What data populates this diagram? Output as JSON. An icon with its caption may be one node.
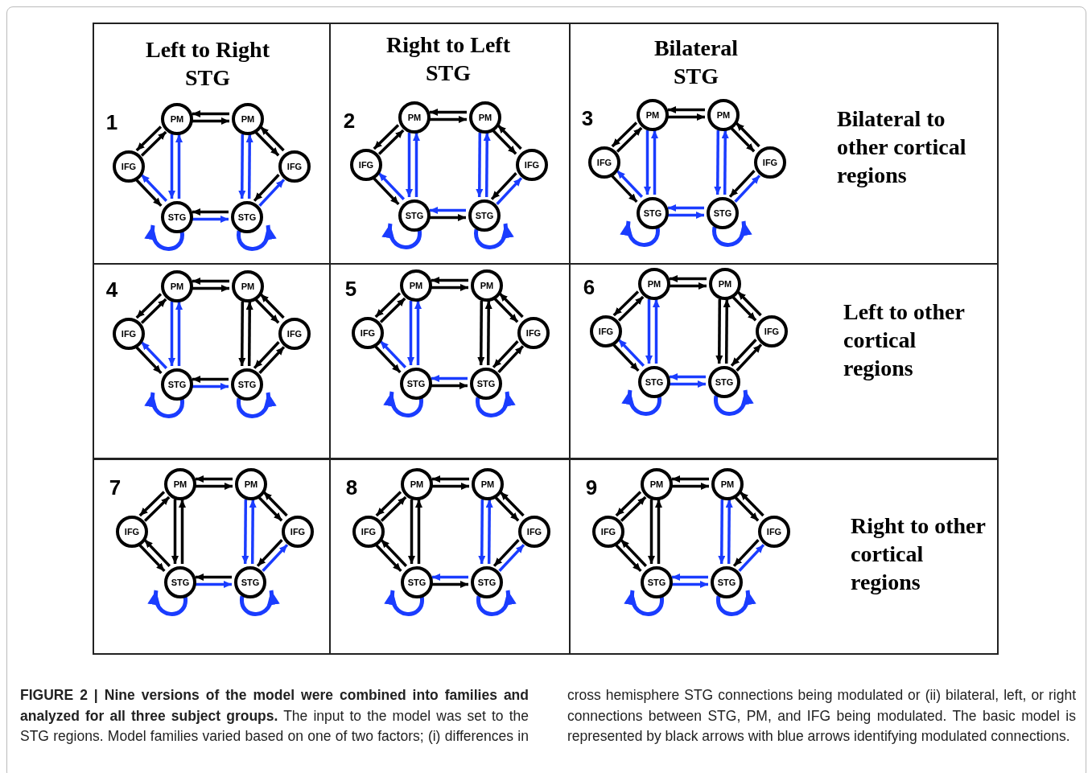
{
  "diagram": {
    "nodes": [
      {
        "text": [
          "1"
        ]
      },
      {
        "text": [
          "PM"
        ],
        "in": 0
      },
      {
        "text": [
          "PM"
        ],
        "in": 0
      },
      {
        "text": [
          "IFG"
        ],
        "in": 0
      },
      {
        "text": [
          "IFG"
        ],
        "in": 0
      },
      {
        "text": [
          "STG"
        ],
        "in": 0
      },
      {
        "text": [
          "STG"
        ],
        "in": 0
      },
      {
        "text": [
          "2"
        ]
      },
      {
        "text": [
          "PM"
        ],
        "in": 7
      },
      {
        "text": [
          "PM"
        ],
        "in": 7
      },
      {
        "text": [
          "IFG"
        ],
        "in": 7
      },
      {
        "text": [
          "IFG"
        ],
        "in": 7
      },
      {
        "text": [
          "STG"
        ],
        "in": 7
      },
      {
        "text": [
          "STG"
        ],
        "in": 7
      },
      {
        "text": [
          "3"
        ]
      },
      {
        "text": [
          "PM"
        ],
        "in": 14
      },
      {
        "text": [
          "PM"
        ],
        "in": 14
      },
      {
        "text": [
          "IFG"
        ],
        "in": 14
      },
      {
        "text": [
          "IFG"
        ],
        "in": 14
      },
      {
        "text": [
          "STG"
        ],
        "in": 14
      },
      {
        "text": [
          "STG"
        ],
        "in": 14
      },
      {
        "text": [
          "4"
        ]
      },
      {
        "text": [
          "PM"
        ],
        "in": 21
      },
      {
        "text": [
          "PM"
        ],
        "in": 21
      },
      {
        "text": [
          "IFG"
        ],
        "in": 21
      },
      {
        "text": [
          "IFG"
        ],
        "in": 21
      },
      {
        "text": [
          "STG"
        ],
        "in": 21
      },
      {
        "text": [
          "STG"
        ],
        "in": 21
      },
      {
        "text": [
          "5"
        ]
      },
      {
        "text": [
          "PM"
        ],
        "in": 28
      },
      {
        "text": [
          "PM"
        ],
        "in": 28
      },
      {
        "text": [
          "IFG"
        ],
        "in": 28
      },
      {
        "text": [
          "IFG"
        ],
        "in": 28
      },
      {
        "text": [
          "STG"
        ],
        "in": 28
      },
      {
        "text": [
          "STG"
        ],
        "in": 28
      },
      {
        "text": [
          "6"
        ]
      },
      {
        "text": [
          "PM"
        ],
        "in": 35
      },
      {
        "text": [
          "PM"
        ],
        "in": 35
      },
      {
        "text": [
          "IFG"
        ],
        "in": 35
      },
      {
        "text": [
          "IFG"
        ],
        "in": 35
      },
      {
        "text": [
          "STG"
        ],
        "in": 35
      },
      {
        "text": [
          "STG"
        ],
        "in": 35
      },
      {
        "text": [
          "7"
        ]
      },
      {
        "text": [
          "PM"
        ],
        "in": 42
      },
      {
        "text": [
          "PM"
        ],
        "in": 42
      },
      {
        "text": [
          "IFG"
        ],
        "in": 42
      },
      {
        "text": [
          "IFG"
        ],
        "in": 42
      },
      {
        "text": [
          "STG"
        ],
        "in": 42
      },
      {
        "text": [
          "STG"
        ],
        "in": 42
      },
      {
        "text": [
          "8"
        ]
      },
      {
        "text": [
          "PM"
        ],
        "in": 49
      },
      {
        "text": [
          "PM"
        ],
        "in": 49
      },
      {
        "text": [
          "IFG"
        ],
        "in": 49
      },
      {
        "text": [
          "IFG"
        ],
        "in": 49
      },
      {
        "text": [
          "STG"
        ],
        "in": 49
      },
      {
        "text": [
          "STG"
        ],
        "in": 49
      },
      {
        "text": [
          "9"
        ]
      },
      {
        "text": [
          "PM"
        ],
        "in": 56
      },
      {
        "text": [
          "PM"
        ],
        "in": 56
      },
      {
        "text": [
          "IFG"
        ],
        "in": 56
      },
      {
        "text": [
          "IFG"
        ],
        "in": 56
      },
      {
        "text": [
          "STG"
        ],
        "in": 56
      },
      {
        "text": [
          "STG"
        ],
        "in": 56
      }
    ],
    "edges": [
      {
        "from": 1,
        "to": 2,
        "arrow": "to"
      },
      {
        "from": 2,
        "to": 1,
        "arrow": "to"
      },
      {
        "from": 1,
        "to": 3,
        "arrow": "to"
      },
      {
        "from": 3,
        "to": 1,
        "arrow": "to"
      },
      {
        "from": 2,
        "to": 4,
        "arrow": "to"
      },
      {
        "from": 4,
        "to": 2,
        "arrow": "to"
      },
      {
        "from": 1,
        "to": 5,
        "arrow": "to",
        "color": "#1a3cff"
      },
      {
        "from": 5,
        "to": 1,
        "arrow": "to",
        "color": "#1a3cff"
      },
      {
        "from": 3,
        "to": 5,
        "arrow": "to"
      },
      {
        "from": 5,
        "to": 3,
        "arrow": "to",
        "color": "#1a3cff"
      },
      {
        "from": 2,
        "to": 6,
        "arrow": "to",
        "color": "#1a3cff"
      },
      {
        "from": 6,
        "to": 2,
        "arrow": "to",
        "color": "#1a3cff"
      },
      {
        "from": 4,
        "to": 6,
        "arrow": "to"
      },
      {
        "from": 6,
        "to": 4,
        "arrow": "to",
        "color": "#1a3cff"
      },
      {
        "from": 5,
        "to": 6,
        "arrow": "to",
        "color": "#1a3cff"
      },
      {
        "from": 6,
        "to": 5,
        "arrow": "to"
      },
      {
        "from": 5,
        "to": 5,
        "arrow": "to",
        "color": "#1a3cff"
      },
      {
        "from": 6,
        "to": 6,
        "arrow": "to",
        "color": "#1a3cff"
      },
      {
        "from": 8,
        "to": 9,
        "arrow": "to"
      },
      {
        "from": 9,
        "to": 8,
        "arrow": "to"
      },
      {
        "from": 8,
        "to": 10,
        "arrow": "to"
      },
      {
        "from": 10,
        "to": 8,
        "arrow": "to"
      },
      {
        "from": 9,
        "to": 11,
        "arrow": "to"
      },
      {
        "from": 11,
        "to": 9,
        "arrow": "to"
      },
      {
        "from": 8,
        "to": 12,
        "arrow": "to",
        "color": "#1a3cff"
      },
      {
        "from": 12,
        "to": 8,
        "arrow": "to",
        "color": "#1a3cff"
      },
      {
        "from": 10,
        "to": 12,
        "arrow": "to"
      },
      {
        "from": 12,
        "to": 10,
        "arrow": "to",
        "color": "#1a3cff"
      },
      {
        "from": 9,
        "to": 13,
        "arrow": "to",
        "color": "#1a3cff"
      },
      {
        "from": 13,
        "to": 9,
        "arrow": "to",
        "color": "#1a3cff"
      },
      {
        "from": 11,
        "to": 13,
        "arrow": "to"
      },
      {
        "from": 13,
        "to": 11,
        "arrow": "to",
        "color": "#1a3cff"
      },
      {
        "from": 12,
        "to": 13,
        "arrow": "to"
      },
      {
        "from": 13,
        "to": 12,
        "arrow": "to",
        "color": "#1a3cff"
      },
      {
        "from": 12,
        "to": 12,
        "arrow": "to",
        "color": "#1a3cff"
      },
      {
        "from": 13,
        "to": 13,
        "arrow": "to",
        "color": "#1a3cff"
      },
      {
        "from": 15,
        "to": 16,
        "arrow": "to"
      },
      {
        "from": 16,
        "to": 15,
        "arrow": "to"
      },
      {
        "from": 15,
        "to": 17,
        "arrow": "to"
      },
      {
        "from": 17,
        "to": 15,
        "arrow": "to"
      },
      {
        "from": 16,
        "to": 18,
        "arrow": "to"
      },
      {
        "from": 18,
        "to": 16,
        "arrow": "to"
      },
      {
        "from": 15,
        "to": 19,
        "arrow": "to",
        "color": "#1a3cff"
      },
      {
        "from": 19,
        "to": 15,
        "arrow": "to",
        "color": "#1a3cff"
      },
      {
        "from": 17,
        "to": 19,
        "arrow": "to"
      },
      {
        "from": 19,
        "to": 17,
        "arrow": "to",
        "color": "#1a3cff"
      },
      {
        "from": 16,
        "to": 20,
        "arrow": "to",
        "color": "#1a3cff"
      },
      {
        "from": 20,
        "to": 16,
        "arrow": "to",
        "color": "#1a3cff"
      },
      {
        "from": 18,
        "to": 20,
        "arrow": "to"
      },
      {
        "from": 20,
        "to": 18,
        "arrow": "to",
        "color": "#1a3cff"
      },
      {
        "from": 19,
        "to": 20,
        "arrow": "to",
        "color": "#1a3cff"
      },
      {
        "from": 20,
        "to": 19,
        "arrow": "to",
        "color": "#1a3cff"
      },
      {
        "from": 19,
        "to": 19,
        "arrow": "to",
        "color": "#1a3cff"
      },
      {
        "from": 20,
        "to": 20,
        "arrow": "to",
        "color": "#1a3cff"
      },
      {
        "from": 22,
        "to": 23,
        "arrow": "to"
      },
      {
        "from": 23,
        "to": 22,
        "arrow": "to"
      },
      {
        "from": 22,
        "to": 24,
        "arrow": "to"
      },
      {
        "from": 24,
        "to": 22,
        "arrow": "to"
      },
      {
        "from": 23,
        "to": 25,
        "arrow": "to"
      },
      {
        "from": 25,
        "to": 23,
        "arrow": "to"
      },
      {
        "from": 22,
        "to": 26,
        "arrow": "to",
        "color": "#1a3cff"
      },
      {
        "from": 26,
        "to": 22,
        "arrow": "to",
        "color": "#1a3cff"
      },
      {
        "from": 24,
        "to": 26,
        "arrow": "to"
      },
      {
        "from": 26,
        "to": 24,
        "arrow": "to",
        "color": "#1a3cff"
      },
      {
        "from": 23,
        "to": 27,
        "arrow": "to"
      },
      {
        "from": 27,
        "to": 23,
        "arrow": "to"
      },
      {
        "from": 25,
        "to": 27,
        "arrow": "to"
      },
      {
        "from": 27,
        "to": 25,
        "arrow": "to"
      },
      {
        "from": 26,
        "to": 27,
        "arrow": "to",
        "color": "#1a3cff"
      },
      {
        "from": 27,
        "to": 26,
        "arrow": "to"
      },
      {
        "from": 26,
        "to": 26,
        "arrow": "to",
        "color": "#1a3cff"
      },
      {
        "from": 27,
        "to": 27,
        "arrow": "to",
        "color": "#1a3cff"
      },
      {
        "from": 29,
        "to": 30,
        "arrow": "to"
      },
      {
        "from": 30,
        "to": 29,
        "arrow": "to"
      },
      {
        "from": 29,
        "to": 31,
        "arrow": "to"
      },
      {
        "from": 31,
        "to": 29,
        "arrow": "to"
      },
      {
        "from": 30,
        "to": 32,
        "arrow": "to"
      },
      {
        "from": 32,
        "to": 30,
        "arrow": "to"
      },
      {
        "from": 29,
        "to": 33,
        "arrow": "to",
        "color": "#1a3cff"
      },
      {
        "from": 33,
        "to": 29,
        "arrow": "to",
        "color": "#1a3cff"
      },
      {
        "from": 31,
        "to": 33,
        "arrow": "to"
      },
      {
        "from": 33,
        "to": 31,
        "arrow": "to",
        "color": "#1a3cff"
      },
      {
        "from": 30,
        "to": 34,
        "arrow": "to"
      },
      {
        "from": 34,
        "to": 30,
        "arrow": "to"
      },
      {
        "from": 32,
        "to": 34,
        "arrow": "to"
      },
      {
        "from": 34,
        "to": 32,
        "arrow": "to"
      },
      {
        "from": 33,
        "to": 34,
        "arrow": "to"
      },
      {
        "from": 34,
        "to": 33,
        "arrow": "to",
        "color": "#1a3cff"
      },
      {
        "from": 33,
        "to": 33,
        "arrow": "to",
        "color": "#1a3cff"
      },
      {
        "from": 34,
        "to": 34,
        "arrow": "to",
        "color": "#1a3cff"
      },
      {
        "from": 36,
        "to": 37,
        "arrow": "to"
      },
      {
        "from": 37,
        "to": 36,
        "arrow": "to"
      },
      {
        "from": 36,
        "to": 38,
        "arrow": "to"
      },
      {
        "from": 38,
        "to": 36,
        "arrow": "to"
      },
      {
        "from": 37,
        "to": 39,
        "arrow": "to"
      },
      {
        "from": 39,
        "to": 37,
        "arrow": "to"
      },
      {
        "from": 36,
        "to": 40,
        "arrow": "to",
        "color": "#1a3cff"
      },
      {
        "from": 40,
        "to": 36,
        "arrow": "to",
        "color": "#1a3cff"
      },
      {
        "from": 38,
        "to": 40,
        "arrow": "to"
      },
      {
        "from": 40,
        "to": 38,
        "arrow": "to",
        "color": "#1a3cff"
      },
      {
        "from": 37,
        "to": 41,
        "arrow": "to"
      },
      {
        "from": 41,
        "to": 37,
        "arrow": "to"
      },
      {
        "from": 39,
        "to": 41,
        "arrow": "to"
      },
      {
        "from": 41,
        "to": 39,
        "arrow": "to"
      },
      {
        "from": 40,
        "to": 41,
        "arrow": "to",
        "color": "#1a3cff"
      },
      {
        "from": 41,
        "to": 40,
        "arrow": "to",
        "color": "#1a3cff"
      },
      {
        "from": 40,
        "to": 40,
        "arrow": "to",
        "color": "#1a3cff"
      },
      {
        "from": 41,
        "to": 41,
        "arrow": "to",
        "color": "#1a3cff"
      },
      {
        "from": 43,
        "to": 44,
        "arrow": "to"
      },
      {
        "from": 44,
        "to": 43,
        "arrow": "to"
      },
      {
        "from": 43,
        "to": 45,
        "arrow": "to"
      },
      {
        "from": 45,
        "to": 43,
        "arrow": "to"
      },
      {
        "from": 44,
        "to": 46,
        "arrow": "to"
      },
      {
        "from": 46,
        "to": 44,
        "arrow": "to"
      },
      {
        "from": 43,
        "to": 47,
        "arrow": "to"
      },
      {
        "from": 47,
        "to": 43,
        "arrow": "to"
      },
      {
        "from": 45,
        "to": 47,
        "arrow": "to"
      },
      {
        "from": 47,
        "to": 45,
        "arrow": "to"
      },
      {
        "from": 44,
        "to": 48,
        "arrow": "to",
        "color": "#1a3cff"
      },
      {
        "from": 48,
        "to": 44,
        "arrow": "to",
        "color": "#1a3cff"
      },
      {
        "from": 46,
        "to": 48,
        "arrow": "to"
      },
      {
        "from": 48,
        "to": 46,
        "arrow": "to",
        "color": "#1a3cff"
      },
      {
        "from": 47,
        "to": 48,
        "arrow": "to",
        "color": "#1a3cff"
      },
      {
        "from": 48,
        "to": 47,
        "arrow": "to"
      },
      {
        "from": 47,
        "to": 47,
        "arrow": "to",
        "color": "#1a3cff"
      },
      {
        "from": 48,
        "to": 48,
        "arrow": "to",
        "color": "#1a3cff"
      },
      {
        "from": 50,
        "to": 51,
        "arrow": "to"
      },
      {
        "from": 51,
        "to": 50,
        "arrow": "to"
      },
      {
        "from": 50,
        "to": 52,
        "arrow": "to"
      },
      {
        "from": 52,
        "to": 50,
        "arrow": "to"
      },
      {
        "from": 51,
        "to": 53,
        "arrow": "to"
      },
      {
        "from": 53,
        "to": 51,
        "arrow": "to"
      },
      {
        "from": 50,
        "to": 54,
        "arrow": "to"
      },
      {
        "from": 54,
        "to": 50,
        "arrow": "to"
      },
      {
        "from": 52,
        "to": 54,
        "arrow": "to"
      },
      {
        "from": 54,
        "to": 52,
        "arrow": "to"
      },
      {
        "from": 51,
        "to": 55,
        "arrow": "to",
        "color": "#1a3cff"
      },
      {
        "from": 55,
        "to": 51,
        "arrow": "to",
        "color": "#1a3cff"
      },
      {
        "from": 53,
        "to": 55,
        "arrow": "to"
      },
      {
        "from": 55,
        "to": 53,
        "arrow": "to",
        "color": "#1a3cff"
      },
      {
        "from": 54,
        "to": 55,
        "arrow": "to"
      },
      {
        "from": 55,
        "to": 54,
        "arrow": "to",
        "color": "#1a3cff"
      },
      {
        "from": 54,
        "to": 54,
        "arrow": "to",
        "color": "#1a3cff"
      },
      {
        "from": 55,
        "to": 55,
        "arrow": "to",
        "color": "#1a3cff"
      },
      {
        "from": 57,
        "to": 58,
        "arrow": "to"
      },
      {
        "from": 58,
        "to": 57,
        "arrow": "to"
      },
      {
        "from": 57,
        "to": 59,
        "arrow": "to"
      },
      {
        "from": 59,
        "to": 57,
        "arrow": "to"
      },
      {
        "from": 58,
        "to": 60,
        "arrow": "to"
      },
      {
        "from": 60,
        "to": 58,
        "arrow": "to"
      },
      {
        "from": 57,
        "to": 61,
        "arrow": "to"
      },
      {
        "from": 61,
        "to": 57,
        "arrow": "to"
      },
      {
        "from": 59,
        "to": 61,
        "arrow": "to"
      },
      {
        "from": 61,
        "to": 59,
        "arrow": "to"
      },
      {
        "from": 58,
        "to": 62,
        "arrow": "to",
        "color": "#1a3cff"
      },
      {
        "from": 62,
        "to": 58,
        "arrow": "to",
        "color": "#1a3cff"
      },
      {
        "from": 60,
        "to": 62,
        "arrow": "to"
      },
      {
        "from": 62,
        "to": 60,
        "arrow": "to",
        "color": "#1a3cff"
      },
      {
        "from": 61,
        "to": 62,
        "arrow": "to",
        "color": "#1a3cff"
      },
      {
        "from": 62,
        "to": 61,
        "arrow": "to",
        "color": "#1a3cff"
      },
      {
        "from": 61,
        "to": 61,
        "arrow": "to",
        "color": "#1a3cff"
      },
      {
        "from": 62,
        "to": 62,
        "arrow": "to",
        "color": "#1a3cff"
      }
    ],
    "labels": [
      "Left to Right STG",
      "Right to Left STG",
      "Bilateral STG",
      "Bilateral to other cortical regions",
      "Left to other cortical regions",
      "Right to other cortical regions"
    ],
    "caption": "**FIGURE 2 | Nine versions of the model were combined into families and analyzed for all three subject groups.** The input to the model was set to the STG regions. Model families varied based on one of two factors; (i) differences in cross hemisphere STG connections being modulated or (ii) bilateral, left, or right connections between STG, PM, and IFG being modulated. The basic model is represented by black arrows with blue arrows identifying modulated connections."
  }
}
